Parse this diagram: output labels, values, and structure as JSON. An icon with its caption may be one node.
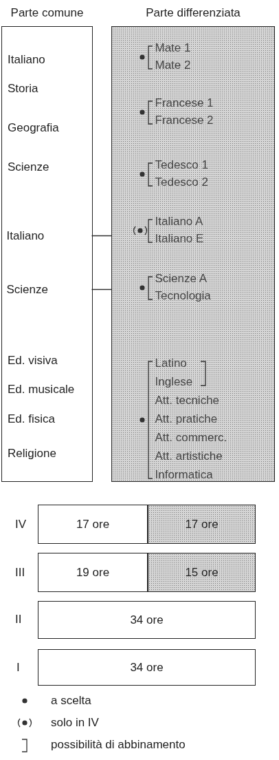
{
  "diagram": {
    "nodes": [
      {
        "text": [
          "Parte comune",
          "Italiano",
          "Storia",
          "Geografia",
          "Scienze",
          "Ed. visiva",
          "Ed. musicale",
          "Ed. fisica",
          "Religione"
        ]
      },
      {
        "text": [
          "Italiano"
        ],
        "in": 0
      },
      {
        "text": [
          "Scienze"
        ],
        "in": 0
      },
      {
        "text": [
          "Parte differenziata"
        ]
      },
      {
        "text": [
          "Mate 1",
          "Mate 2"
        ],
        "in": 3
      },
      {
        "text": [
          "Francese 1",
          "Francese 2"
        ],
        "in": 3
      },
      {
        "text": [
          "Tedesco 1",
          "Tedesco 2"
        ],
        "in": 3
      },
      {
        "text": [
          "Italiano A",
          "Italiano E"
        ],
        "in": 3
      },
      {
        "text": [
          "Scienze A",
          "Tecnologia"
        ],
        "in": 3
      },
      {
        "text": [
          "Latino",
          "Inglese",
          "Att. tecniche",
          "Att. pratiche",
          "Att. commerc.",
          "Att. artistiche",
          "Informatica"
        ],
        "in": 3
      },
      {
        "text": [
          "17 ore"
        ]
      },
      {
        "text": [
          "17 ore"
        ]
      },
      {
        "text": [
          "19 ore"
        ]
      },
      {
        "text": [
          "15 ore"
        ]
      },
      {
        "text": [
          "34 ore"
        ]
      },
      {
        "text": [
          "34 ore"
        ]
      }
    ],
    "edges": [
      {
        "from": 1,
        "to": 7,
        "arrow": "none"
      },
      {
        "from": 2,
        "to": 8,
        "arrow": "none"
      }
    ],
    "labels": [
      "IV",
      "III",
      "II",
      "I"
    ],
    "legend": [
      {
        "text": "a scelta"
      },
      {
        "text": "solo in IV"
      },
      {
        "text": "possibilità di abbinamento"
      }
    ]
  }
}
